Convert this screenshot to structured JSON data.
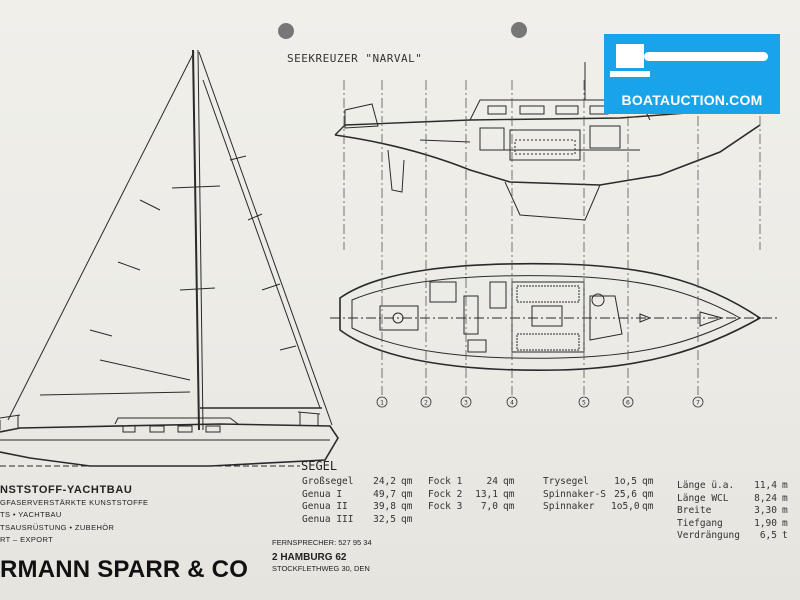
{
  "plan_title": "SEEKREUZER \"NARVAL\"",
  "section_label": "SEGEL",
  "logo": {
    "text": "BOATAUCTION.COM",
    "icon": "gavel-icon",
    "color": "#19a3e8"
  },
  "station_labels": [
    "1",
    "2",
    "3",
    "4",
    "5",
    "6",
    "7"
  ],
  "sails_col1": [
    {
      "name": "Großsegel",
      "value": "24,2",
      "unit": "qm"
    },
    {
      "name": "Genua I",
      "value": "49,7",
      "unit": "qm"
    },
    {
      "name": "Genua II",
      "value": "39,8",
      "unit": "qm"
    },
    {
      "name": "Genua III",
      "value": "32,5",
      "unit": "qm"
    }
  ],
  "sails_col2": [
    {
      "name": "Fock 1",
      "value": "24",
      "unit": "qm"
    },
    {
      "name": "Fock 2",
      "value": "13,1",
      "unit": "qm"
    },
    {
      "name": "Fock 3",
      "value": "7,0",
      "unit": "qm"
    }
  ],
  "sails_col3": [
    {
      "name": "Trysegel",
      "value": "1o,5",
      "unit": "qm"
    },
    {
      "name": "Spinnaker-S",
      "value": "25,6",
      "unit": "qm"
    },
    {
      "name": "Spinnaker",
      "value": "1o5,0",
      "unit": "qm"
    }
  ],
  "dimensions": [
    {
      "name": "Länge ü.a.",
      "value": "11,4",
      "unit": "m"
    },
    {
      "name": "Länge WCL",
      "value": "8,24",
      "unit": "m"
    },
    {
      "name": "Breite",
      "value": "3,30",
      "unit": "m"
    },
    {
      "name": "Tiefgang",
      "value": "1,90",
      "unit": "m"
    },
    {
      "name": "Verdrängung",
      "value": "6,5",
      "unit": "t"
    }
  ],
  "company": {
    "line1": "NSTSTOFF-YACHTBAU",
    "line2": "GFASERVERSTÄRKTE KUNSTSTOFFE",
    "line3": "TS • YACHTBAU",
    "line4": "TSAUSRÜSTUNG • ZUBEHÖR",
    "line5": "RT – EXPORT",
    "name": "RMANN SPARR & CO"
  },
  "contact": {
    "phone": "FERNSPRECHER: 527 95 34",
    "city": "2 HAMBURG 62",
    "street": "STOCKFLETHWEG 30, DEN"
  }
}
